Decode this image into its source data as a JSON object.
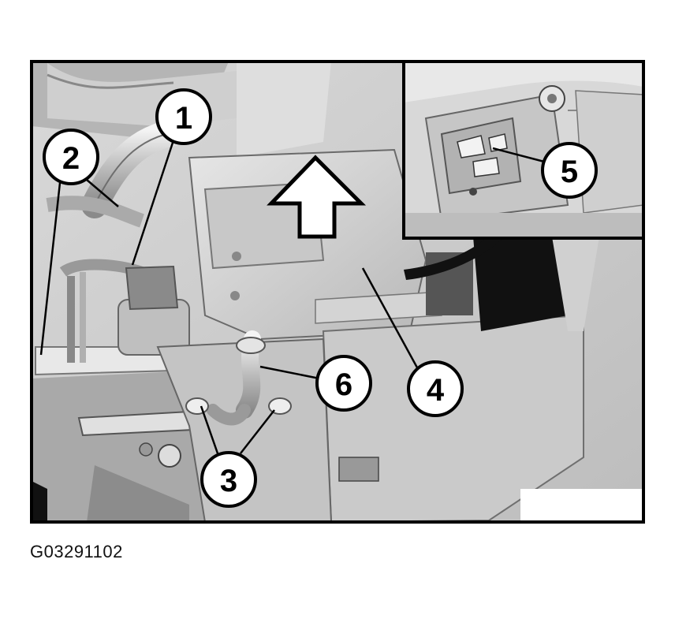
{
  "figure_id": "G03291102",
  "callouts": [
    {
      "key": "c1",
      "label": "1"
    },
    {
      "key": "c2",
      "label": "2"
    },
    {
      "key": "c3",
      "label": "3"
    },
    {
      "key": "c4",
      "label": "4"
    },
    {
      "key": "c5",
      "label": "5"
    },
    {
      "key": "c6",
      "label": "6"
    }
  ],
  "icons": {
    "direction_arrow": "up-arrow-icon"
  }
}
